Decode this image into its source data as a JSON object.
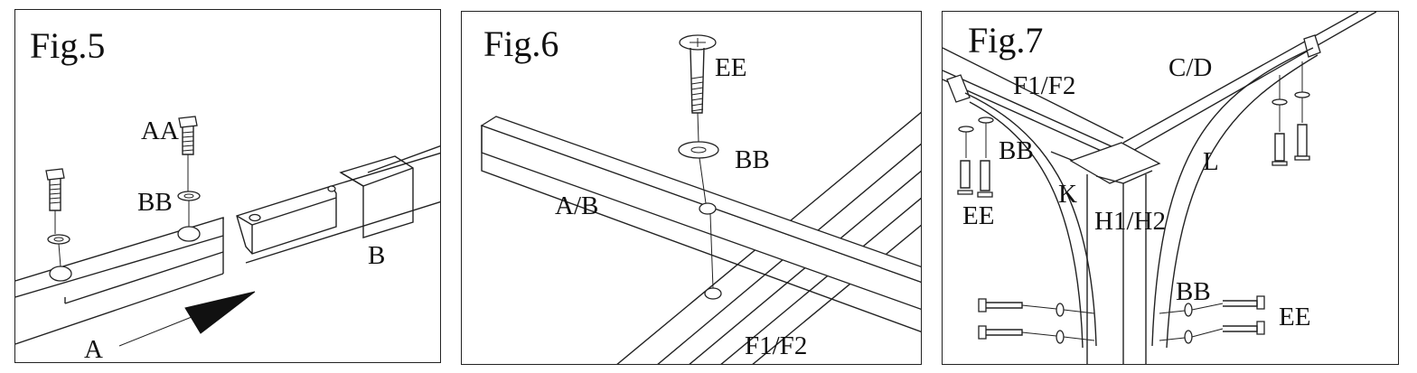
{
  "figures": [
    {
      "title": "Fig.5",
      "labels": {
        "aa": "AA",
        "bb": "BB",
        "a": "A",
        "b": "B"
      }
    },
    {
      "title": "Fig.6",
      "labels": {
        "ee": "EE",
        "bb": "BB",
        "ab": "A/B",
        "f1f2": "F1/F2"
      }
    },
    {
      "title": "Fig.7",
      "labels": {
        "f1f2": "F1/F2",
        "cd": "C/D",
        "bb_top": "BB",
        "l": "L",
        "k": "K",
        "ee_left": "EE",
        "h1h2": "H1/H2",
        "bb_bottom": "BB",
        "ee_right": "EE"
      }
    }
  ],
  "colors": {
    "ink": "#222222",
    "paper": "#ffffff"
  }
}
